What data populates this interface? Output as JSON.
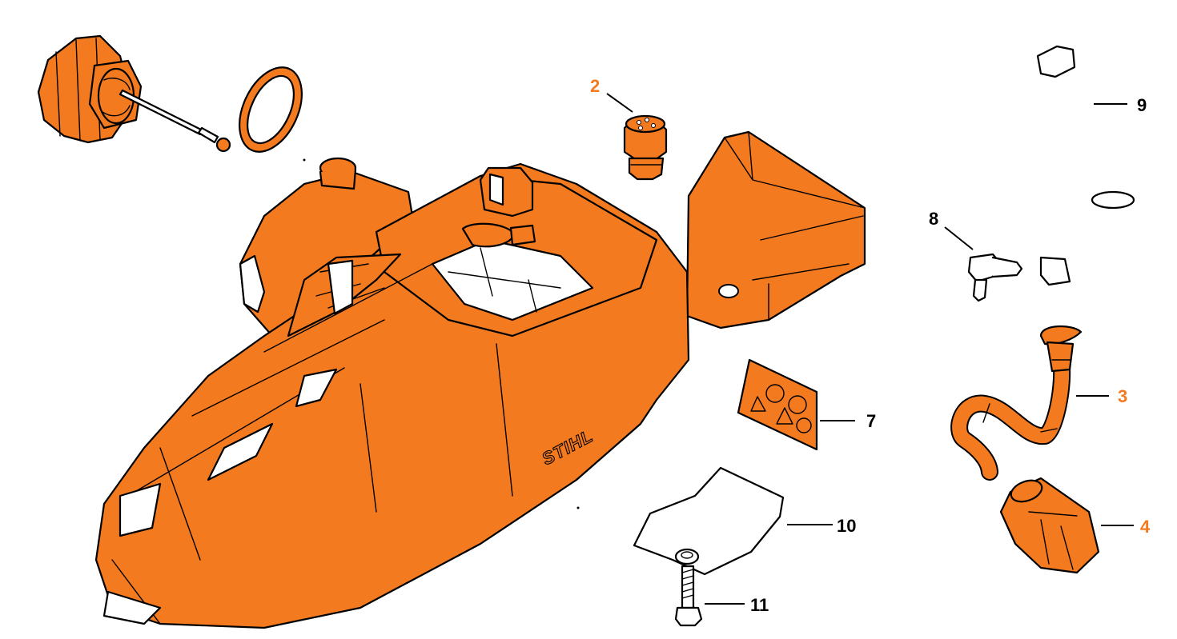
{
  "colors": {
    "part_fill": "#F47A20",
    "outline": "#000000",
    "label_default": "#000000",
    "label_highlight": "#F47A20",
    "background": "#FFFFFF"
  },
  "housing": {
    "logo_text": "STIHL"
  },
  "callouts": [
    {
      "id": "2",
      "text": "2",
      "highlight": true
    },
    {
      "id": "3",
      "text": "3",
      "highlight": true
    },
    {
      "id": "4",
      "text": "4",
      "highlight": true
    },
    {
      "id": "7",
      "text": "7",
      "highlight": false
    },
    {
      "id": "8",
      "text": "8",
      "highlight": false
    },
    {
      "id": "9",
      "text": "9",
      "highlight": false
    },
    {
      "id": "10",
      "text": "10",
      "highlight": false
    },
    {
      "id": "11",
      "text": "11",
      "highlight": false
    }
  ]
}
